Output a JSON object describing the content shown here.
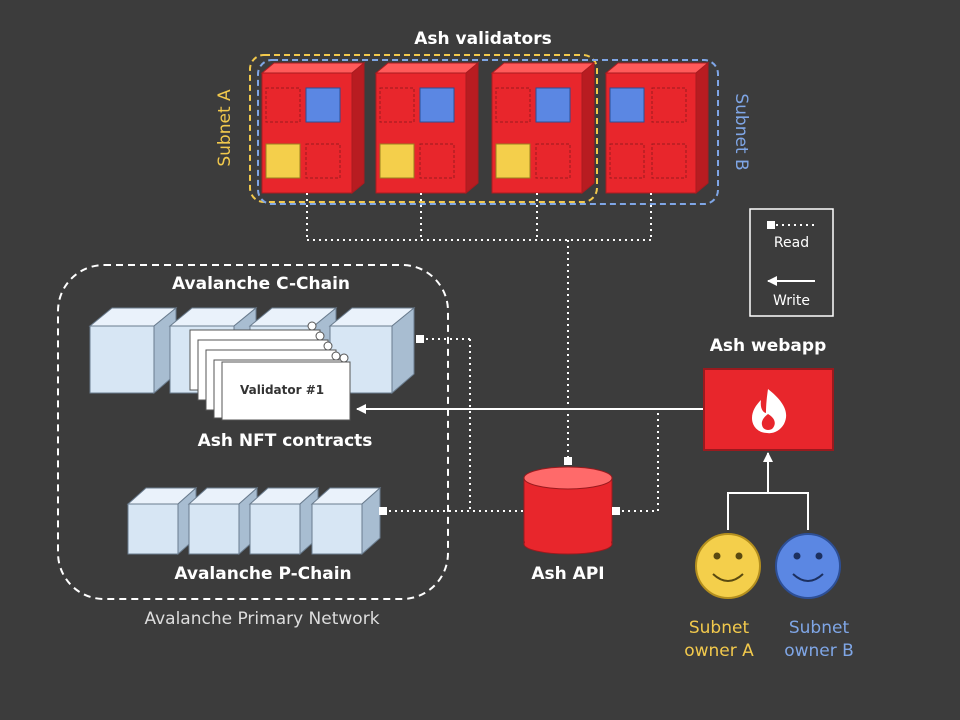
{
  "title": "Ash validators",
  "subnet_a": "Subnet A",
  "subnet_b": "Subnet B",
  "legend": {
    "read": "Read",
    "write": "Write"
  },
  "c_chain": "Avalanche C-Chain",
  "nft_contracts": "Ash NFT contracts",
  "validator_card": "Validator #1",
  "p_chain": "Avalanche P-Chain",
  "primary_network": "Avalanche Primary Network",
  "ash_api": "Ash API",
  "ash_webapp": "Ash webapp",
  "owner_a": "Subnet owner A",
  "owner_b": "Subnet owner B",
  "colors": {
    "background": "#3c3c3c",
    "red": "#e8262c",
    "blue": "#5b87e3",
    "yellow": "#f4cf4b",
    "subnet_a": "#f2c94c",
    "subnet_b": "#7fa6e6",
    "chain_block": "#d7e6f4"
  },
  "icons": [
    "fire-icon",
    "smiley-face-icon"
  ]
}
